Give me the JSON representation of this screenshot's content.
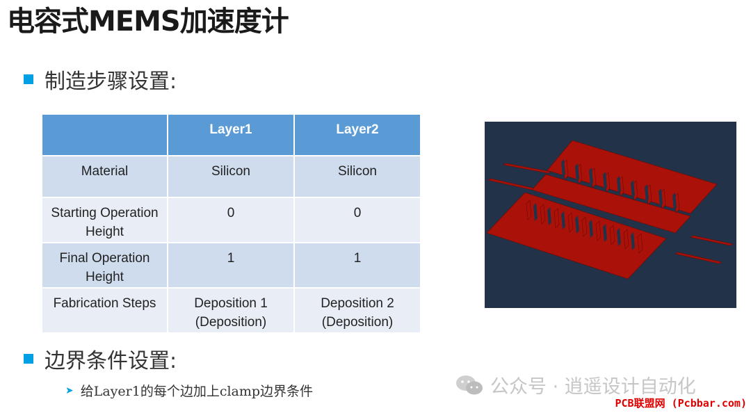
{
  "title": "电容式MEMS加速度计",
  "section1": {
    "label": "制造步骤设置:"
  },
  "table": {
    "headers": [
      "",
      "Layer1",
      "Layer2"
    ],
    "rows": [
      {
        "label": "Material",
        "layer1": "Silicon",
        "layer2": "Silicon"
      },
      {
        "label": "Starting Operation Height",
        "layer1": "0",
        "layer2": "0"
      },
      {
        "label": "Final Operation Height",
        "layer1": "1",
        "layer2": "1"
      },
      {
        "label": "Fabrication Steps",
        "layer1": "Deposition 1 (Deposition)",
        "layer2": "Deposition 2 (Deposition)"
      }
    ]
  },
  "section2": {
    "label": "边界条件设置:",
    "items": [
      "给Layer1的每个边加上clamp边界条件"
    ]
  },
  "figure": {
    "background": "#223249",
    "structure_color": "#aa1108"
  },
  "watermark": {
    "text": "公众号 · 逍遥设计自动化",
    "icon": "wechat-icon"
  },
  "footer": {
    "link": "PCB联盟网 (Pcbbar.com)"
  },
  "colors": {
    "accent": "#00a0e3",
    "table_header": "#5b9bd5",
    "row_dark": "#cfdcee",
    "row_light": "#e8edf6"
  }
}
